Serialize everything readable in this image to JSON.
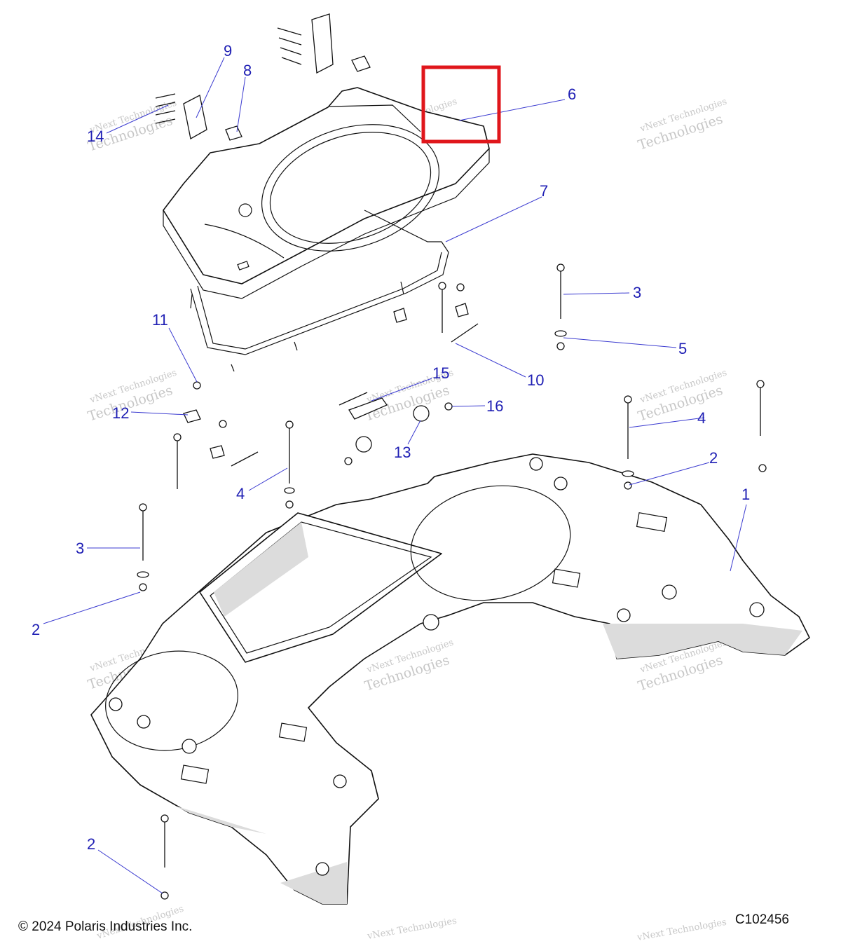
{
  "callouts": [
    "9",
    "8",
    "6",
    "14",
    "7",
    "3",
    "5",
    "11",
    "10",
    "15",
    "16",
    "12",
    "4",
    "2",
    "1",
    "13",
    "4",
    "3",
    "2",
    "2"
  ],
  "watermark": {
    "line1": "vNext Technologies",
    "line2": "Technologies"
  },
  "footer": {
    "copyright": "© 2024 Polaris Industries Inc.",
    "figure_code": "C102456"
  },
  "colors": {
    "callout": "#1f1fb4",
    "highlight": "#e0161b",
    "watermark": "#9a9a9a"
  }
}
